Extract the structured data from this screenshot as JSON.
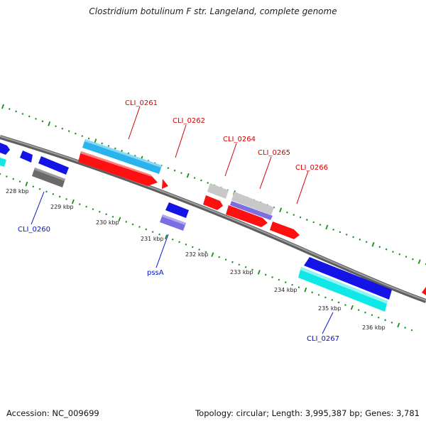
{
  "title": "Clostridium botulinum F str. Langeland, complete genome",
  "footer": {
    "accession": "Accession: NC_009699",
    "summary": "Topology: circular; Length: 3,995,387 bp; Genes: 3,781"
  },
  "colors": {
    "backbone": "#808080",
    "tick_green": "#169016",
    "red_label": "#d60000",
    "blue_label": "#0014c8",
    "gene_red": "#ff1010",
    "gene_blue": "#1414e6",
    "gene_cyan": "#10e8e8",
    "gene_skyblue": "#2ab4ee",
    "gene_purple": "#7a6ee0",
    "gene_gray": "#c8c8c8",
    "gene_darkgray": "#6a6a6a"
  },
  "scale_labels": [
    "228 kbp",
    "229 kbp",
    "230 kbp",
    "231 kbp",
    "232 kbp",
    "233 kbp",
    "234 kbp",
    "235 kbp",
    "236 kbp"
  ],
  "gene_labels": [
    {
      "id": "CLI_0261",
      "color": "red"
    },
    {
      "id": "CLI_0262",
      "color": "red"
    },
    {
      "id": "CLI_0264",
      "color": "red"
    },
    {
      "id": "CLI_0265",
      "color": "red"
    },
    {
      "id": "CLI_0266",
      "color": "red"
    },
    {
      "id": "CLI_0260",
      "color": "blue"
    },
    {
      "id": "pssA",
      "color": "blue"
    },
    {
      "id": "CLI_0267",
      "color": "blue"
    }
  ]
}
